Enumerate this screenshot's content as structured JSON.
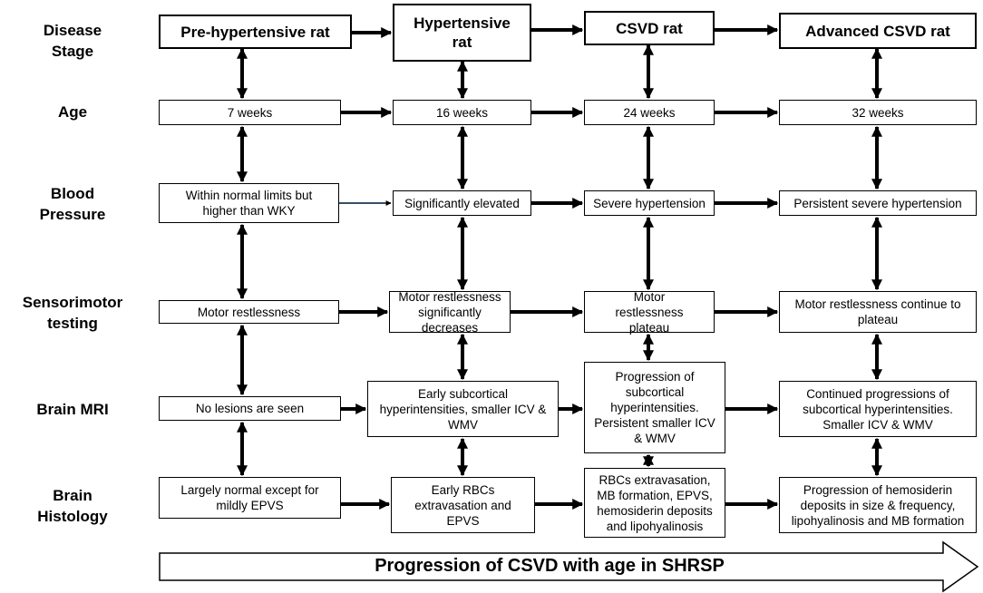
{
  "row_labels": {
    "disease_stage": [
      "Disease",
      "Stage"
    ],
    "age": [
      "Age"
    ],
    "blood_pressure": [
      "Blood",
      "Pressure"
    ],
    "sensorimotor": [
      "Sensorimotor",
      "testing"
    ],
    "brain_mri": [
      "Brain MRI"
    ],
    "brain_histology": [
      "Brain",
      "Histology"
    ]
  },
  "stages": [
    "Pre-hypertensive rat",
    "Hypertensive rat",
    "CSVD rat",
    "Advanced CSVD rat"
  ],
  "age": [
    "7 weeks",
    "16 weeks",
    "24 weeks",
    "32 weeks"
  ],
  "blood_pressure": [
    "Within normal limits but higher than WKY",
    "Significantly elevated",
    "Severe hypertension",
    "Persistent severe hypertension"
  ],
  "sensorimotor": [
    "Motor restlessness",
    "Motor restlessness significantly decreases",
    "Motor restlessness plateau",
    "Motor restlessness continue to plateau"
  ],
  "brain_mri": [
    "No lesions are seen",
    "Early subcortical hyperintensities, smaller ICV & WMV",
    "Progression of subcortical hyperintensities. Persistent smaller ICV & WMV",
    "Continued progressions of subcortical hyperintensities. Smaller ICV & WMV"
  ],
  "brain_histology": [
    "Largely normal except for mildly EPVS",
    "Early RBCs extravasation and EPVS",
    "RBCs extravasation, MB formation, EPVS, hemosiderin deposits and lipohyalinosis",
    "Progression of hemosiderin deposits in size & frequency, lipohyalinosis and MB formation"
  ],
  "banner": "Progression of CSVD with age in SHRSP"
}
